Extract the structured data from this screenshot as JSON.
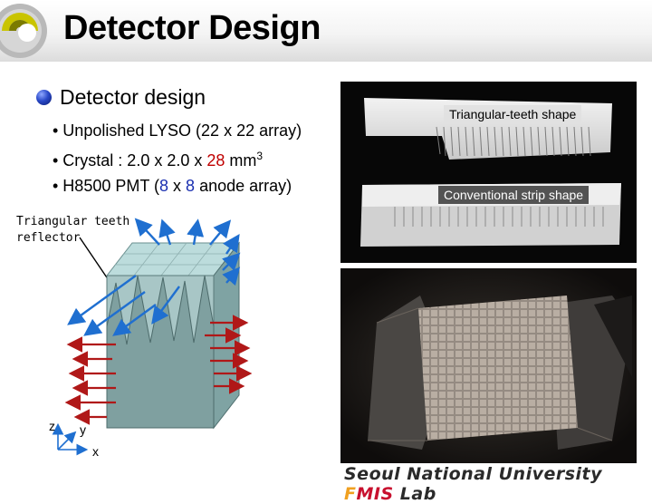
{
  "header": {
    "title": "Detector Design"
  },
  "section": {
    "subtitle": "Detector design",
    "items": [
      {
        "text": "• Unpolished LYSO (22 x 22 array)"
      },
      {
        "prefix": "• Crystal : 2.0 x 2.0 x ",
        "highlight": "28",
        "suffix": " mm",
        "sup": "3"
      },
      {
        "prefix": "• H8500 PMT (",
        "highlight1": "8",
        "mid": " x ",
        "highlight2": "8",
        "suffix": " anode array)"
      }
    ]
  },
  "diagram": {
    "label": "Triangular teeth\nreflector",
    "axis_z": "z",
    "axis_y": "y",
    "axis_x": "x"
  },
  "photos": {
    "top_caption_1": "Triangular-teeth shape",
    "top_caption_2": "Conventional strip shape"
  },
  "footer": {
    "prefix": "Seoul National University ",
    "f1": "F",
    "f2": "MIS",
    "suffix": " Lab"
  },
  "colors": {
    "highlight_red": "#c00000",
    "highlight_blue": "#1a2fb0",
    "ray_blue": "#1f6fd0",
    "ray_red": "#b01818"
  }
}
